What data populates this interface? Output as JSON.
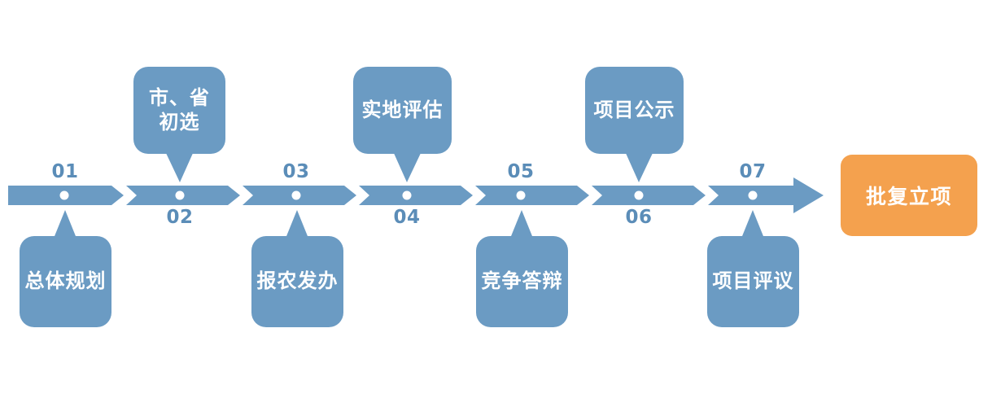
{
  "diagram": {
    "type": "process-timeline",
    "title": "",
    "colors": {
      "primary_blue": "#6b9bc3",
      "number_blue": "#5b8db8",
      "accent_orange": "#f4a14e",
      "text_white": "#ffffff",
      "background": "#ffffff"
    },
    "steps": [
      {
        "number": "01",
        "number_position": "above",
        "label": "总体规划",
        "bubble_position": "below"
      },
      {
        "number": "02",
        "number_position": "below",
        "label": "市、省\n初选",
        "bubble_position": "above"
      },
      {
        "number": "03",
        "number_position": "above",
        "label": "报农发办",
        "bubble_position": "below"
      },
      {
        "number": "04",
        "number_position": "below",
        "label": "实地评估",
        "bubble_position": "above"
      },
      {
        "number": "05",
        "number_position": "above",
        "label": "竞争答辩",
        "bubble_position": "below"
      },
      {
        "number": "06",
        "number_position": "below",
        "label": "项目公示",
        "bubble_position": "above"
      },
      {
        "number": "07",
        "number_position": "above",
        "label": "项目评议",
        "bubble_position": "below"
      }
    ],
    "terminal": {
      "label": "批复立项",
      "shape": "rounded-rect",
      "color": "#f4a14e"
    },
    "arrow": {
      "direction": "left-to-right",
      "segment_count": 7,
      "has_arrowhead": true,
      "marker": "white-dot"
    }
  }
}
